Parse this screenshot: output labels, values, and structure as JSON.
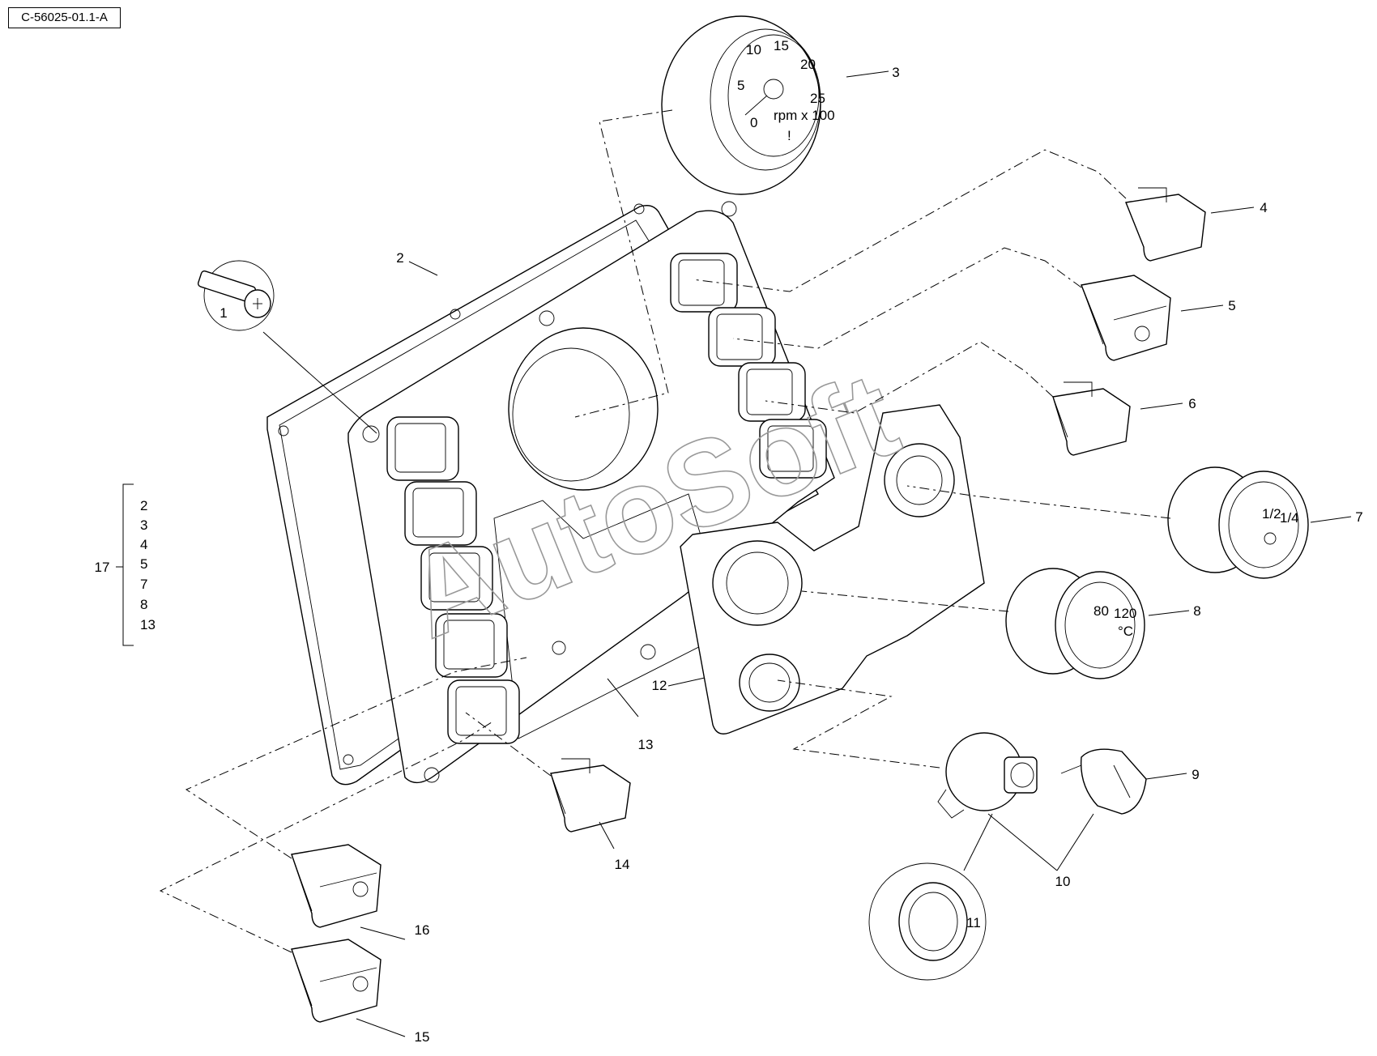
{
  "diagram": {
    "ref_code": "C-56025-01.1-A",
    "watermark": "AutoSoft",
    "callouts": {
      "c1": "1",
      "c2": "2",
      "c3": "3",
      "c4": "4",
      "c5": "5",
      "c6": "6",
      "c7": "7",
      "c8": "8",
      "c9": "9",
      "c10": "10",
      "c11": "11",
      "c12": "12",
      "c13": "13",
      "c14": "14",
      "c15": "15",
      "c16": "16"
    },
    "kit": {
      "number": "17",
      "items": [
        "2",
        "3",
        "4",
        "5",
        "7",
        "8",
        "13"
      ]
    },
    "tachometer": {
      "scale": [
        "0",
        "5",
        "10",
        "15",
        "20",
        "25"
      ],
      "unit": "rpm x 100",
      "warning": "!"
    },
    "fuel_gauge": {
      "scale": [
        "1/2",
        "1/4"
      ]
    },
    "temp_gauge": {
      "scale": [
        "80",
        "120"
      ],
      "unit": "°C"
    }
  }
}
